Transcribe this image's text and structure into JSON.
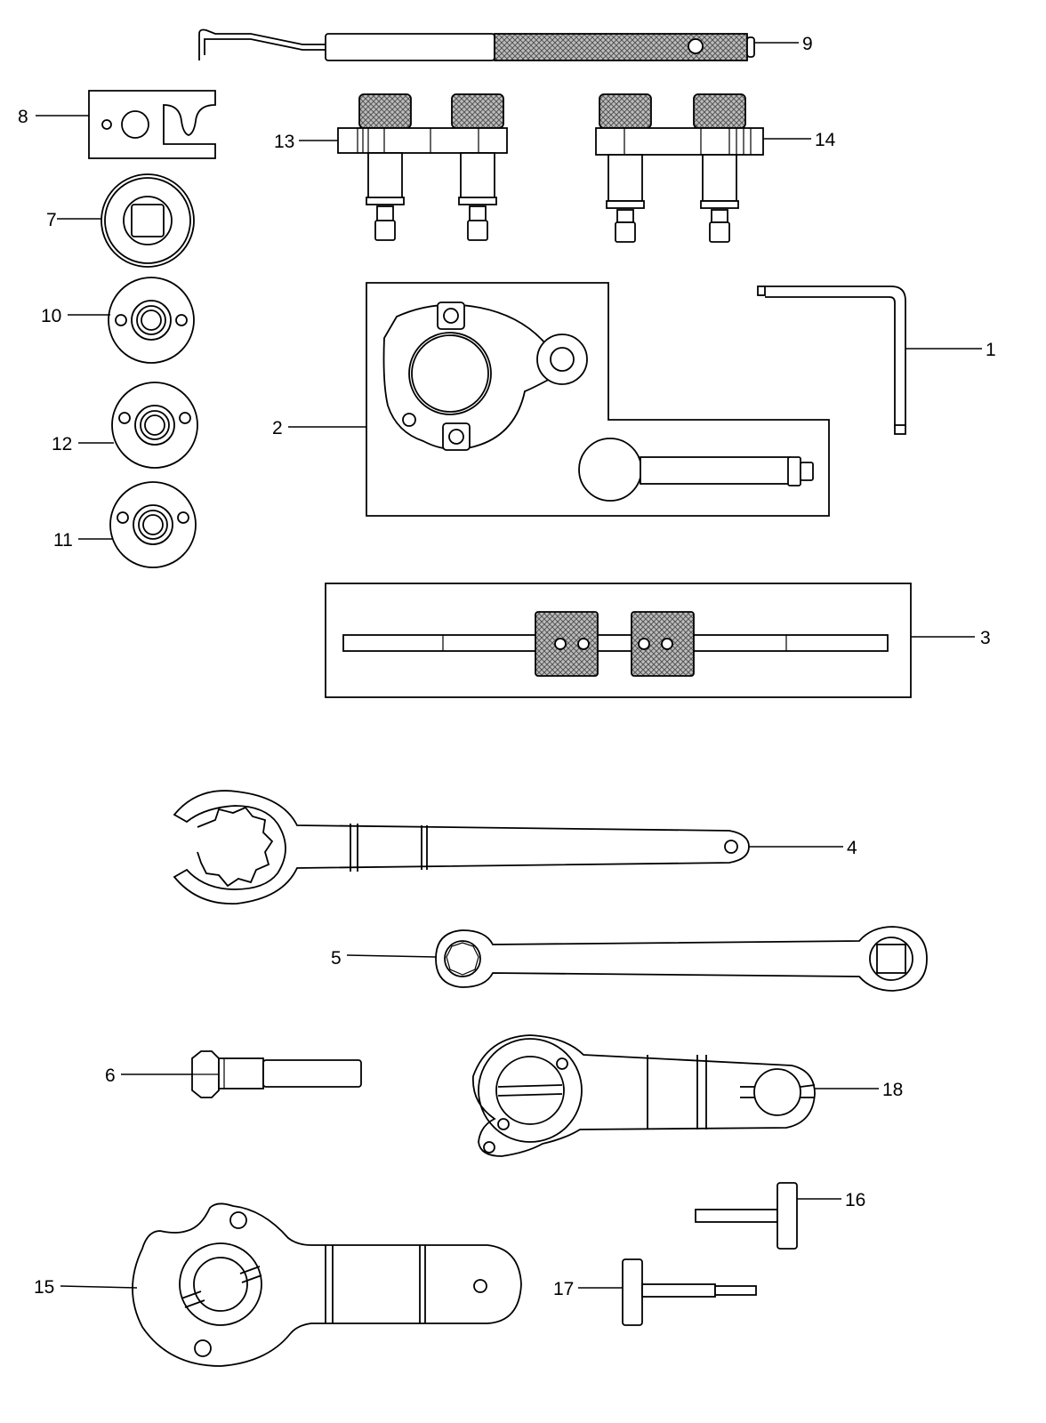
{
  "callouts": {
    "c1": "1",
    "c2": "2",
    "c3": "3",
    "c4": "4",
    "c5": "5",
    "c6": "6",
    "c7": "7",
    "c8": "8",
    "c9": "9",
    "c10": "10",
    "c11": "11",
    "c12": "12",
    "c13": "13",
    "c14": "14",
    "c15": "15",
    "c16": "16",
    "c17": "17",
    "c18": "18"
  },
  "style": {
    "line_color": "#000000",
    "background": "#ffffff"
  }
}
